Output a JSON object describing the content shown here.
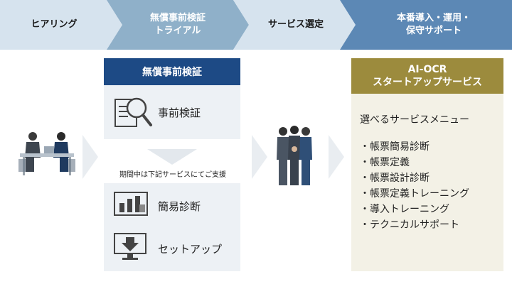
{
  "steps": [
    {
      "line1": "ヒアリング",
      "line2": ""
    },
    {
      "line1": "無償事前検証",
      "line2": "トライアル"
    },
    {
      "line1": "サービス選定",
      "line2": ""
    },
    {
      "line1": "本番導入・運用・",
      "line2": "保守サポート"
    }
  ],
  "verification": {
    "header": "無償事前検証",
    "pre_check_label": "事前検証",
    "support_note": "期間中は下記サービスにてご支援",
    "diagnosis_label": "簡易診断",
    "setup_label": "セットアップ"
  },
  "ocr_service": {
    "header_line1": "AI-OCR",
    "header_line2": "スタートアップサービス",
    "menu_title": "選べるサービスメニュー",
    "menu_items": [
      "・帳票簡易診断",
      "・帳票定義",
      "・帳票設計診断",
      "・帳票定義トレーニング",
      "・導入トレーニング",
      "・テクニカルサポート"
    ]
  },
  "colors": {
    "step_light": "#d6e3ee",
    "step_mid": "#8fb0c9",
    "step_dark": "#5c88b5",
    "verify_header": "#1d4a85",
    "ocr_header": "#9c8b3d",
    "ocr_panel": "#f3f1e6",
    "panel_grey": "#edf1f5"
  },
  "icons": {
    "pre_check": "magnifier-document-icon",
    "diagnosis": "bar-chart-icon",
    "setup": "monitor-download-icon"
  }
}
